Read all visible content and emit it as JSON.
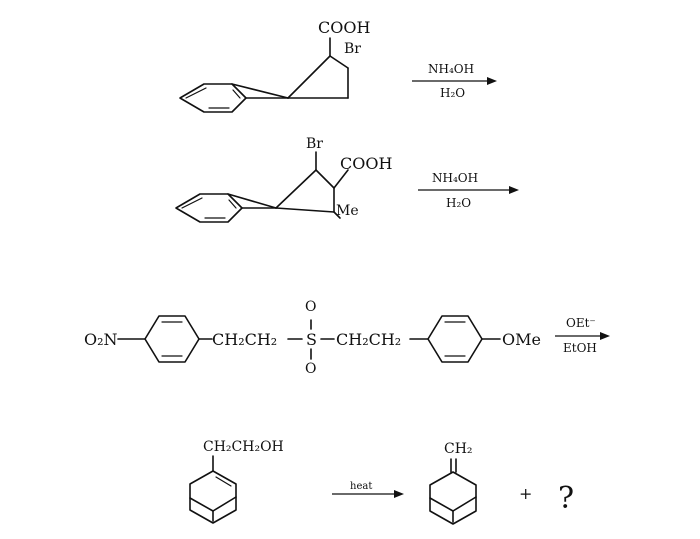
{
  "reactions": [
    {
      "substituent_1": "COOH",
      "substituent_2": "Br",
      "reagent_top": "NH₄OH",
      "reagent_bottom": "H₂O"
    },
    {
      "substituent_1": "Br",
      "substituent_2": "COOH",
      "substituent_3": "Me",
      "reagent_top": "NH₄OH",
      "reagent_bottom": "H₂O"
    },
    {
      "left_group": "O₂N",
      "chain_left": "CH₂CH₂",
      "sulfur": "S",
      "oxygen_top": "O",
      "oxygen_bottom": "O",
      "chain_right": "CH₂CH₂",
      "right_group": "OMe",
      "reagent_top": "OEt⁻",
      "reagent_bottom": "EtOH"
    },
    {
      "reactant_substituent": "CH₂CH₂OH",
      "condition": "heat",
      "product_substituent": "CH₂",
      "plus": "+",
      "unknown": "?"
    }
  ]
}
